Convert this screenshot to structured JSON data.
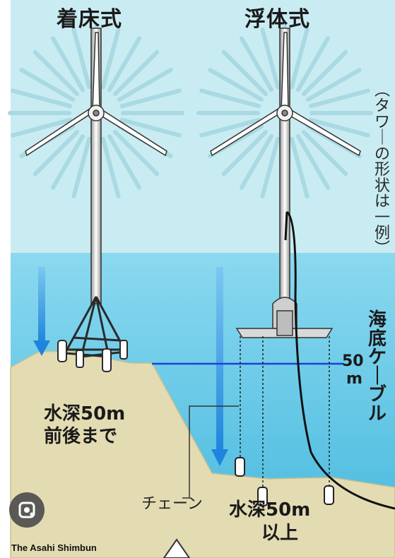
{
  "titles": {
    "fixed": "着床式",
    "floating": "浮体式"
  },
  "side_note": "(タワーの形状は一例)",
  "cable_label": "海底ケーブル",
  "depth_marker": {
    "value": "50",
    "unit": "m"
  },
  "fixed_depth_text": {
    "line1": "水深50m",
    "line2": "前後まで"
  },
  "floating_depth_text": {
    "line1": "水深50m",
    "line2": "以上"
  },
  "chain_label": "チェーン",
  "credit": "The Asahi Shimbun",
  "colors": {
    "sky": "#c9ecf2",
    "sea_top": "#7fd6ee",
    "sea_bottom": "#4cbde0",
    "seabed": "#e3dcb3",
    "arrow": "#2f8fe0",
    "depth_line": "#1e3fd8",
    "ray": "#a9d9e2"
  },
  "icons": {
    "lens": "google-lens-icon",
    "nav": "triangle-up-icon"
  }
}
